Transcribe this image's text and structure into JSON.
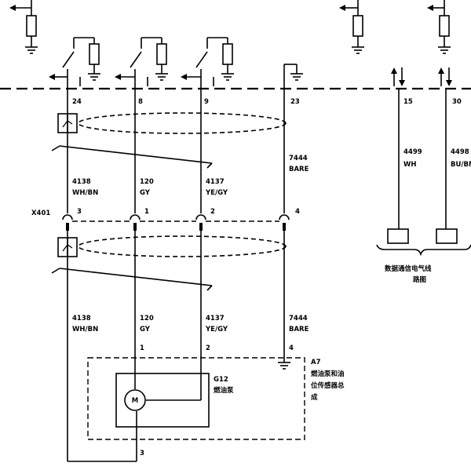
{
  "top_pins": [
    {
      "pin": "24"
    },
    {
      "pin": "8"
    },
    {
      "pin": "9"
    },
    {
      "pin": "23"
    },
    {
      "pin": "15"
    },
    {
      "pin": "30"
    }
  ],
  "wires_upper": [
    {
      "code": "4138",
      "color": "WH/BN"
    },
    {
      "code": "120",
      "color": "GY"
    },
    {
      "code": "4137",
      "color": "YE/GY"
    },
    {
      "code": "7444",
      "color": "BARE"
    }
  ],
  "wires_data": [
    {
      "code": "4499",
      "color": "WH"
    },
    {
      "code": "4498",
      "color": "BU/BN"
    }
  ],
  "connector": {
    "name": "X401",
    "pins": [
      "3",
      "1",
      "2",
      "4"
    ]
  },
  "data_bus": {
    "label_line1": "数据通信电气线",
    "label_line2": "路图"
  },
  "wires_lower": [
    {
      "code": "4138",
      "color": "WH/BN"
    },
    {
      "code": "120",
      "color": "GY"
    },
    {
      "code": "4137",
      "color": "YE/GY"
    },
    {
      "code": "7444",
      "color": "BARE"
    }
  ],
  "module_pins": [
    "1",
    "2",
    "4",
    "3"
  ],
  "module": {
    "id": "A7",
    "name_line1": "燃油泵和油",
    "name_line2": "位传感器总",
    "name_line3": "成"
  },
  "pump": {
    "id": "G12",
    "name": "燃油泵",
    "motor_symbol": "M"
  }
}
